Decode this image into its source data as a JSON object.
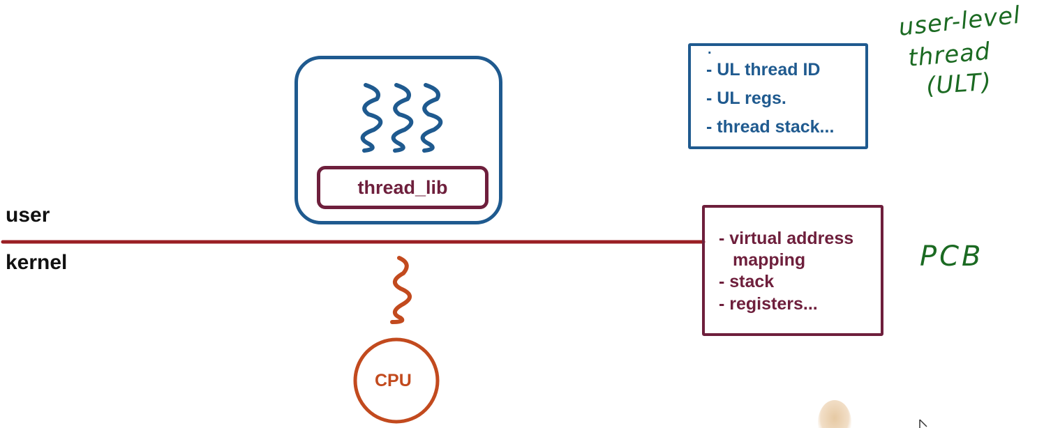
{
  "regions": {
    "user_label": "user",
    "kernel_label": "kernel"
  },
  "process": {
    "library_label": "thread_lib",
    "user_thread_count": 3
  },
  "ult_data": {
    "marker": ".",
    "items": [
      "- UL thread ID",
      "- UL regs.",
      "- thread stack..."
    ],
    "annotation_line1": "user-level",
    "annotation_line2": "thread",
    "annotation_line3": "(ULT)"
  },
  "pcb_data": {
    "items": [
      "- virtual address",
      "mapping",
      "- stack",
      "- registers..."
    ],
    "annotation": "PCB"
  },
  "cpu": {
    "label": "CPU"
  },
  "colors": {
    "user_level_blue": "#1f5a8f",
    "kernel_maroon": "#6e1f3c",
    "cpu_orange": "#c24a1e",
    "handwriting_green": "#1b6a22",
    "divider_red": "#9a1f24"
  }
}
